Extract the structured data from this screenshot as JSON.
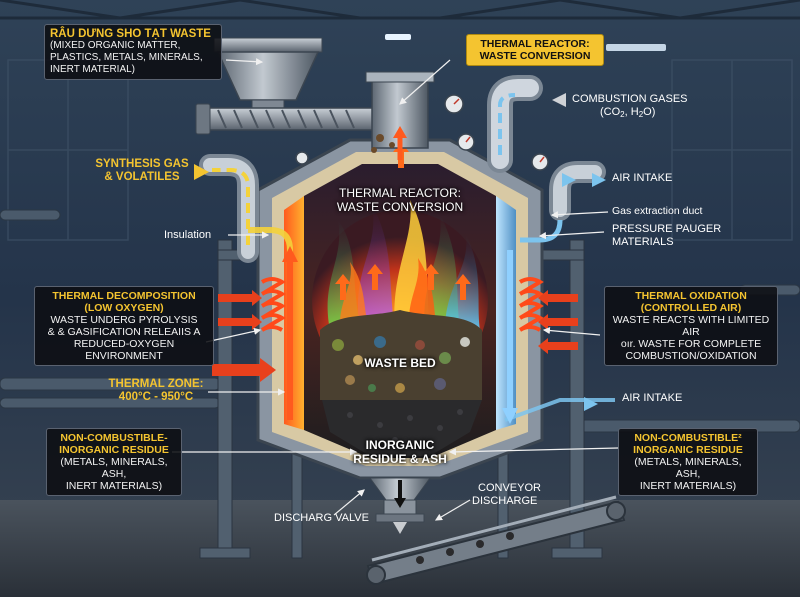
{
  "labels": {
    "feed_title": "RÂU DƯNG SHO TẠT WASTE",
    "feed_desc": "(MIXED ORGANIC MATTER, PLASTICS, METALS, MINERALS, INERT MATERIAL)",
    "reactor_top_1": "THERMAL REACTOR:",
    "reactor_top_2": "WASTE CONVERSION",
    "combustion_gases": "COMBUSTION GASES",
    "combustion_formula_a": "(CO",
    "combustion_formula_b": ", H",
    "combustion_formula_c": "O)",
    "sub_2": "2",
    "synthesis_gas_1": "SYNTHESIS GAS",
    "synthesis_gas_2": "& VOLATILES",
    "reactor_mid_1": "THERMAL REACTOR:",
    "reactor_mid_2": "WASTE CONVERSION",
    "air_intake_top": "AIR INTAKE",
    "gas_extraction": "Gas extraction duct",
    "pressure_gauge_1": "PRESSURE PAUGER",
    "pressure_gauge_2": "MATERIALS",
    "insulation": "Insulation",
    "decomp_title_1": "THERMAL DECOMPOSITION",
    "decomp_title_2": "(LOW OXYGEN)",
    "decomp_desc_1": "WASTE UNDERG PYROLYSIS",
    "decomp_desc_2": "& & GASIFICATION RELEAIIS A",
    "decomp_desc_3": "REDUCED-OXYGEN ENVIRONMENT",
    "oxid_title_1": "THERMAL OXIDATION",
    "oxid_title_2": "(CONTROLLED AIR)",
    "oxid_desc_1": "WASTE REACTS WITH LIMITED AIR",
    "oxid_desc_2": "oır. WASTE FOR COMPLETE",
    "oxid_desc_3": "COMBUSTION/OXIDATION",
    "waste_bed": "WASTE BED",
    "thermal_zone_1": "THERMAL ZONE:",
    "thermal_zone_2": "400°C - 950°C",
    "air_intake_bottom": "AIR INTAKE",
    "residue_left_title_1": "NON-COMBUSTIBLE-",
    "residue_left_title_2": "INORGANIC RESIDUE",
    "residue_left_desc_1": "(METALS, MINERALS, ASH,",
    "residue_left_desc_2": "INERT MATERIALS)",
    "inorganic_1": "INORGANIC",
    "inorganic_2": "RESIDUE & ASH",
    "residue_right_title_1": "NON-COMBUSTIBLE²",
    "residue_right_title_2": "INORGANIC RESIDUE",
    "residue_right_desc_1": "(METALS, MINERALS, ASH,",
    "residue_right_desc_2": "INERT MATERIALS)",
    "conveyor_1": "CONVEYOR",
    "conveyor_2": "DISCHARGE",
    "discharge_valve": "DISCHARG VALVE"
  },
  "colors": {
    "accent_yellow": "#f4c430",
    "hot_red": "#e8401c",
    "cool_blue": "#7cc4ee",
    "steel": "#8c96a3",
    "background": "#1c2a3a"
  }
}
